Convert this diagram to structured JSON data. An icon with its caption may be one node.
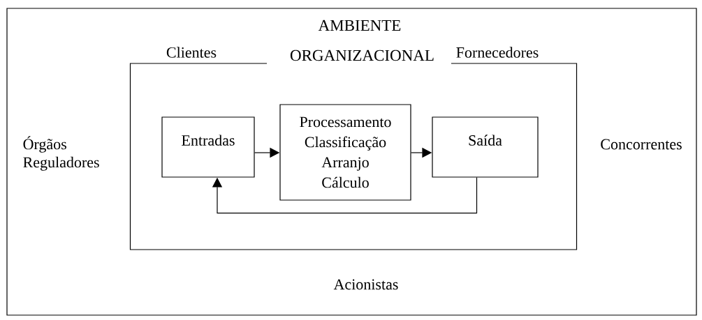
{
  "diagram": {
    "nodes": [
      {
        "text": [
          "AMBIENTE ORGANIZACIONAL"
        ]
      },
      {
        "text": [
          "Entradas"
        ],
        "in": 0
      },
      {
        "text": [
          "Processamento Classificação Arranjo Cálculo"
        ],
        "in": 0
      },
      {
        "text": [
          "Saída"
        ],
        "in": 0
      }
    ],
    "edges": [
      {
        "from": 1,
        "to": 2,
        "arrow": "to"
      },
      {
        "from": 2,
        "to": 3,
        "arrow": "to"
      },
      {
        "from": 3,
        "to": 1,
        "arrow": "to"
      }
    ],
    "labels": [
      "Clientes",
      "Fornecedores",
      "Órgãos Reguladores",
      "Concorrentes",
      "Acionistas"
    ]
  }
}
